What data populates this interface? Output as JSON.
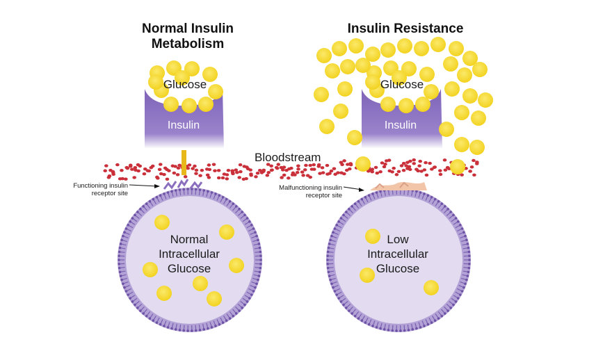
{
  "left_panel": {
    "title_line1": "Normal Insulin",
    "title_line2": "Metabolism",
    "glucose_label": "Glucose",
    "insulin_label": "Insulin",
    "receptor_label_line1": "Functioning insulin",
    "receptor_label_line2": "receptor site",
    "cell_label_line1": "Normal",
    "cell_label_line2": "Intracellular",
    "cell_label_line3": "Glucose"
  },
  "right_panel": {
    "title": "Insulin Resistance",
    "glucose_label": "Glucose",
    "insulin_label": "Insulin",
    "receptor_label_line1": "Malfunctioning insulin",
    "receptor_label_line2": "receptor site",
    "cell_label_line1": "Low",
    "cell_label_line2": "Intracellular",
    "cell_label_line3": "Glucose"
  },
  "bloodstream_label": "Bloodstream",
  "colors": {
    "glucose": "#f7dc3a",
    "insulin": "#8a6fbf",
    "membrane": "#b3a2d6",
    "cell_inside": "#e3dcf0",
    "blood": "#c9303a"
  }
}
